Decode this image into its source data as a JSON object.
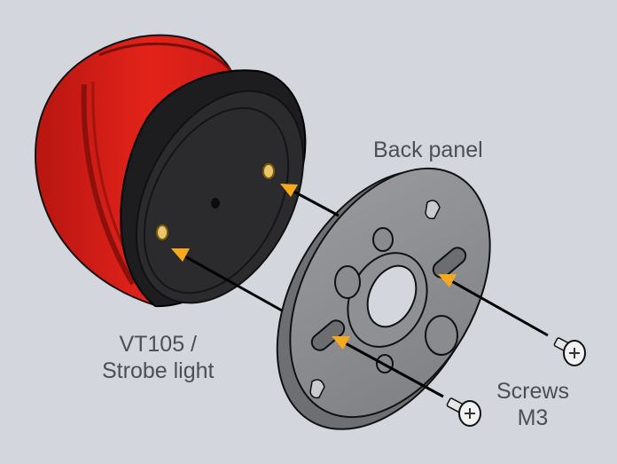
{
  "labels": {
    "back_panel": "Back panel",
    "device_line1": "VT105 /",
    "device_line2": "Strobe light",
    "screws_line1": "Screws",
    "screws_line2": "M3"
  },
  "colors": {
    "background": "#d3d6dd",
    "strobe_red": "#e2231a",
    "strobe_black": "#2b2b2d",
    "panel_gray": "#8b8c8f",
    "screw_white": "#f2f2f2",
    "arrow_yellow": "#f7a81b",
    "label_text": "#4d4f55"
  }
}
